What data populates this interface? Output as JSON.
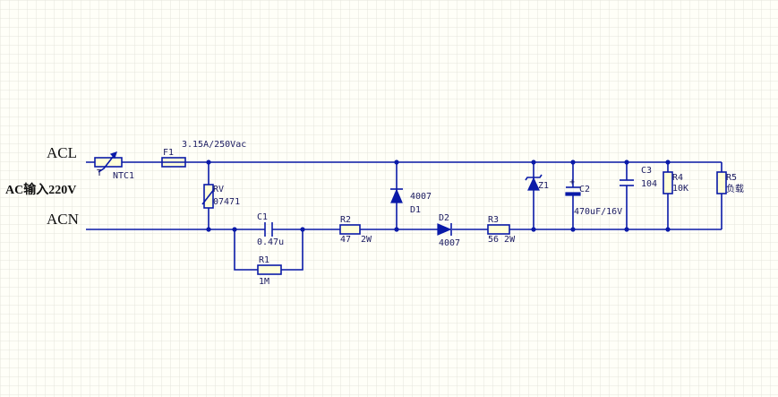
{
  "nets": {
    "acl": "ACL",
    "acn": "ACN",
    "input": "AC输入220V"
  },
  "components": {
    "ntc": {
      "designator": "NTC1",
      "symbol_label": "T"
    },
    "fuse": {
      "designator": "F1",
      "value": "3.15A/250Vac"
    },
    "varistor": {
      "designator": "RV",
      "value": "07471"
    },
    "c1": {
      "designator": "C1",
      "value": "0.47u"
    },
    "r1": {
      "designator": "R1",
      "value": "1M"
    },
    "r2": {
      "designator": "R2",
      "value": "47",
      "rating": "2W"
    },
    "d1": {
      "designator": "D1",
      "value": "4007"
    },
    "d2": {
      "designator": "D2",
      "value": "4007"
    },
    "r3": {
      "designator": "R3",
      "value": "56 2W"
    },
    "z1": {
      "designator": "Z1"
    },
    "c2": {
      "designator": "C2",
      "value": "470uF/16V"
    },
    "c3": {
      "designator": "C3",
      "value": "104"
    },
    "r4": {
      "designator": "R4",
      "value": "10K"
    },
    "r5": {
      "designator": "R5",
      "value": "负载"
    }
  },
  "colors": {
    "background": "#fffff8",
    "grid": "#e4e4dc",
    "wire": "#0a1aa8",
    "component_fill": "#ffffd8"
  }
}
